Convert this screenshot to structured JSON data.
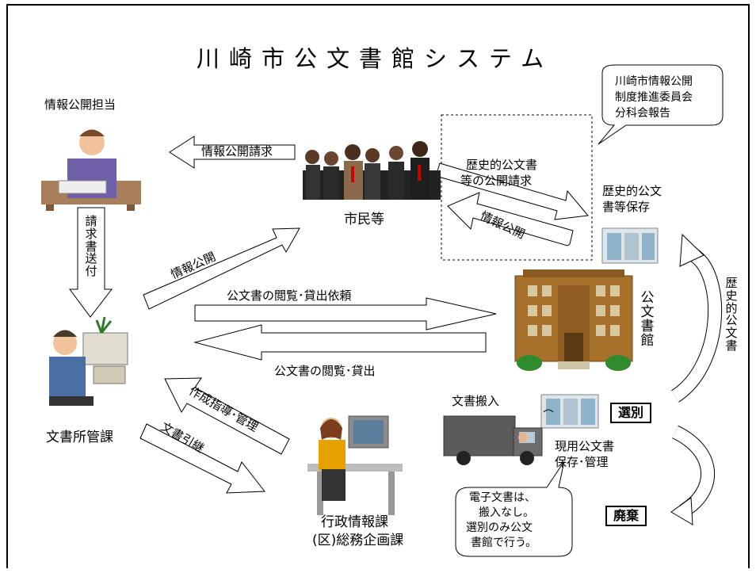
{
  "title": "川崎市公文書館システム",
  "nodes": {
    "info_disclosure_staff": "情報公開担当",
    "citizens": "市民等",
    "document_division": "文書所管課",
    "admin_info_section_line1": "行政情報課",
    "admin_info_section_line2": "(区)総務企画課",
    "archives": "公文書館",
    "historical_storage_line1": "歴史的公文",
    "historical_storage_line2": "書等保存",
    "current_storage_line1": "現用公文書",
    "current_storage_line2": "保存･管理",
    "document_transfer": "文書搬入",
    "selection": "選別",
    "disposal": "廃棄",
    "historical_documents": "歴史的公文書"
  },
  "arrows": {
    "info_disclosure_request": "情報公開請求",
    "request_forwarding": "請求書送付",
    "info_disclosure_1": "情報公開",
    "info_disclosure_2": "情報公開",
    "historical_request_line1": "歴史的公文書",
    "historical_request_line2": "等の公開請求",
    "inspection_loan_request": "公文書の閲覧･貸出依頼",
    "inspection_loan": "公文書の閲覧･貸出",
    "creation_guidance": "作成指導･管理",
    "document_handover": "文書引継"
  },
  "callouts": {
    "committee_line1": "川崎市情報公開",
    "committee_line2": "制度推進委員会",
    "committee_line3": "分科会報告",
    "electronic_line1": "電子文書は、",
    "electronic_line2": "搬入なし。",
    "electronic_line3": "選別のみ公文",
    "electronic_line4": "書館で行う。"
  }
}
